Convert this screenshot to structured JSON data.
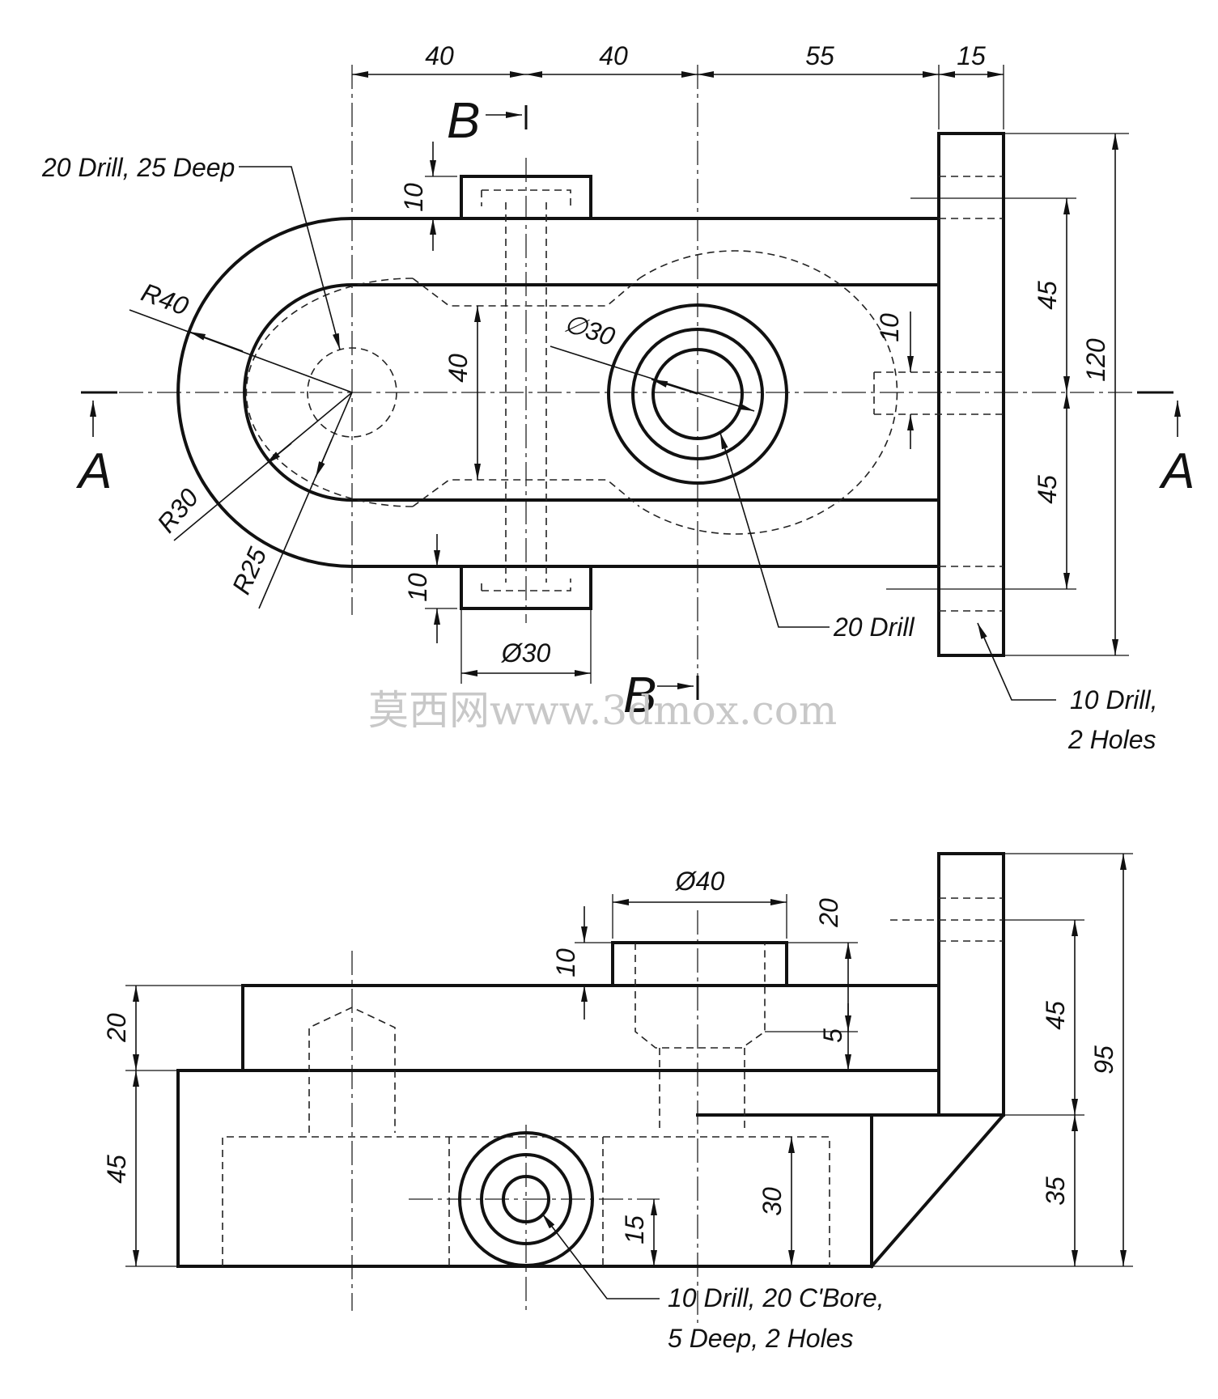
{
  "top_view": {
    "dims": {
      "w1": "40",
      "w2": "40",
      "w3": "55",
      "w4": "15",
      "boss_top_h": "10",
      "boss_bot_h": "10",
      "slot_w": "40",
      "pin_h": "10",
      "upper_45": "45",
      "lower_45": "45",
      "total_120": "120",
      "boss_dia": "Ø30",
      "hole_dia": "∅30",
      "r40": "R40",
      "r30": "R30",
      "r25": "R25"
    },
    "notes": {
      "drill_deep": "20 Drill, 25 Deep",
      "drill20": "20 Drill",
      "drill10_l1": "10 Drill,",
      "drill10_l2": "2 Holes"
    },
    "section_a": "A",
    "section_b": "B"
  },
  "front_view": {
    "dims": {
      "boss_dia": "Ø40",
      "cbore_20": "20",
      "boss_10": "10",
      "depth_5": "5",
      "h20": "20",
      "h45": "45",
      "right_45": "45",
      "right_95": "95",
      "right_35": "35",
      "inner_30": "30",
      "hole_15": "15"
    },
    "notes": {
      "cbore_l1": "10 Drill, 20 C'Bore,",
      "cbore_l2": "5 Deep, 2 Holes"
    }
  },
  "watermark": "莫西网www.3dmox.com"
}
